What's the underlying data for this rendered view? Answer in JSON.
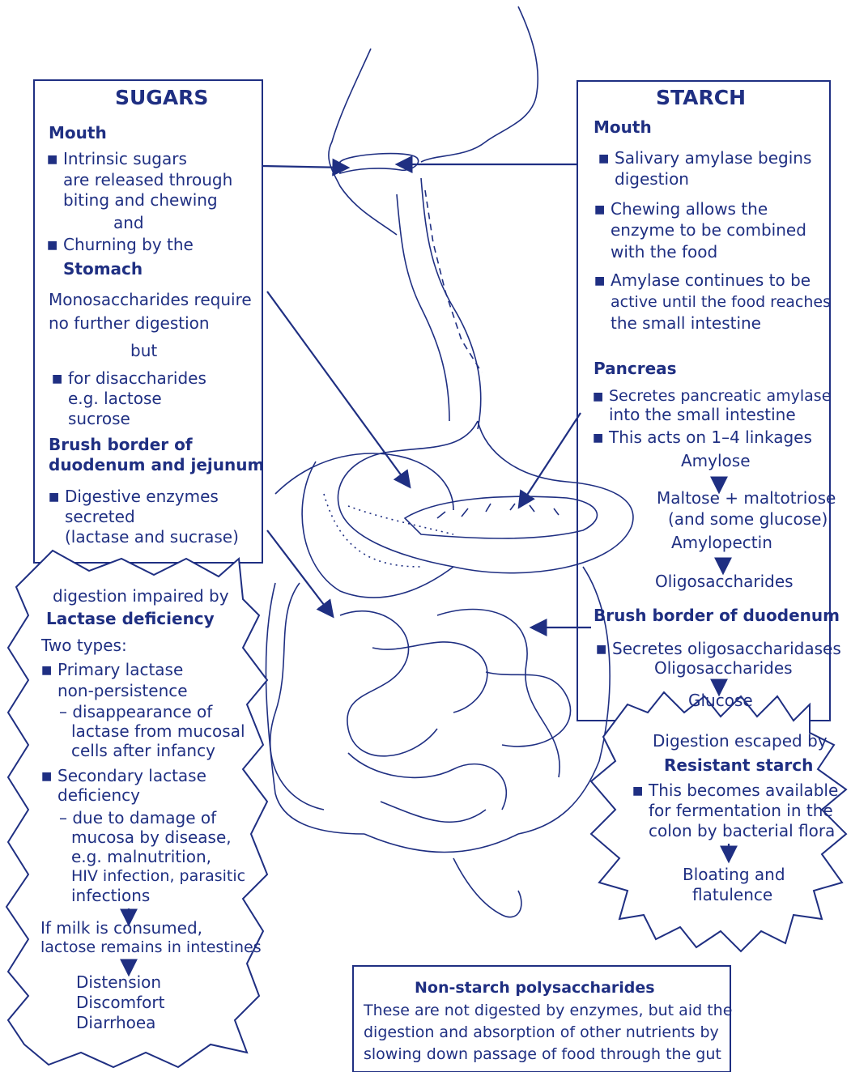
{
  "sugars": {
    "title": "SUGARS",
    "mouth_heading": "Mouth",
    "bullet1": [
      "Intrinsic sugars",
      "are released through",
      "biting and chewing"
    ],
    "and": "and",
    "bullet2_line1": "Churning by the",
    "bullet2_line2": "Stomach",
    "mono": [
      "Monosaccharides require",
      "no further digestion"
    ],
    "but": "but",
    "bullet3": [
      "for disaccharides",
      "e.g. lactose",
      "sucrose"
    ],
    "brush_heading": [
      "Brush border of",
      "duodenum and jejunum"
    ],
    "bullet4": [
      "Digestive enzymes",
      "secreted",
      "(lactase and sucrase)"
    ]
  },
  "starch": {
    "title": "STARCH",
    "mouth_heading": "Mouth",
    "bullet1": [
      "Salivary amylase begins",
      "digestion"
    ],
    "bullet2": [
      "Chewing allows the",
      "enzyme to be combined",
      "with the food"
    ],
    "bullet3": [
      "Amylase continues to be",
      "active until the food reaches",
      "the small intestine"
    ],
    "pancreas_heading": "Pancreas",
    "bullet4": [
      "Secretes pancreatic amylase",
      "into the small intestine"
    ],
    "bullet5": "This acts on 1–4 linkages",
    "amylose": "Amylose",
    "maltose": [
      "Maltose + maltotriose",
      "(and some glucose)"
    ],
    "amylopectin": "Amylopectin",
    "oligo": "Oligosaccharides",
    "brush_heading": "Brush border of duodenum",
    "bullet6": "Secretes oligosaccharidases",
    "oligo2": "Oligosaccharides",
    "glucose": "Glucose"
  },
  "lactase": {
    "intro": "digestion impaired by",
    "heading": "Lactase deficiency",
    "two_types": "Two types:",
    "primary": [
      "Primary lactase",
      "non-persistence"
    ],
    "primary_detail": [
      "– disappearance of",
      "lactase from mucosal",
      "cells after infancy"
    ],
    "secondary": [
      "Secondary lactase",
      "deficiency"
    ],
    "secondary_detail": [
      "– due to damage of",
      "mucosa by disease,",
      "e.g. malnutrition,",
      "HIV infection, parasitic",
      "infections"
    ],
    "milk": [
      "If milk is consumed,",
      "lactose remains in intestines"
    ],
    "symptoms": [
      "Distension",
      "Discomfort",
      "Diarrhoea"
    ]
  },
  "resistant": {
    "intro": "Digestion escaped by",
    "heading": "Resistant starch",
    "bullet": [
      "This becomes available",
      "for fermentation in the",
      "colon by bacterial flora"
    ],
    "result": [
      "Bloating and",
      "flatulence"
    ]
  },
  "nsp": {
    "heading": "Non-starch polysaccharides",
    "body": [
      "These are not digested by enzymes, but aid the",
      "digestion and absorption of other nutrients by",
      "slowing down passage of food through the gut"
    ]
  },
  "colors": {
    "ink": "#1f2f82",
    "background": "#ffffff"
  }
}
